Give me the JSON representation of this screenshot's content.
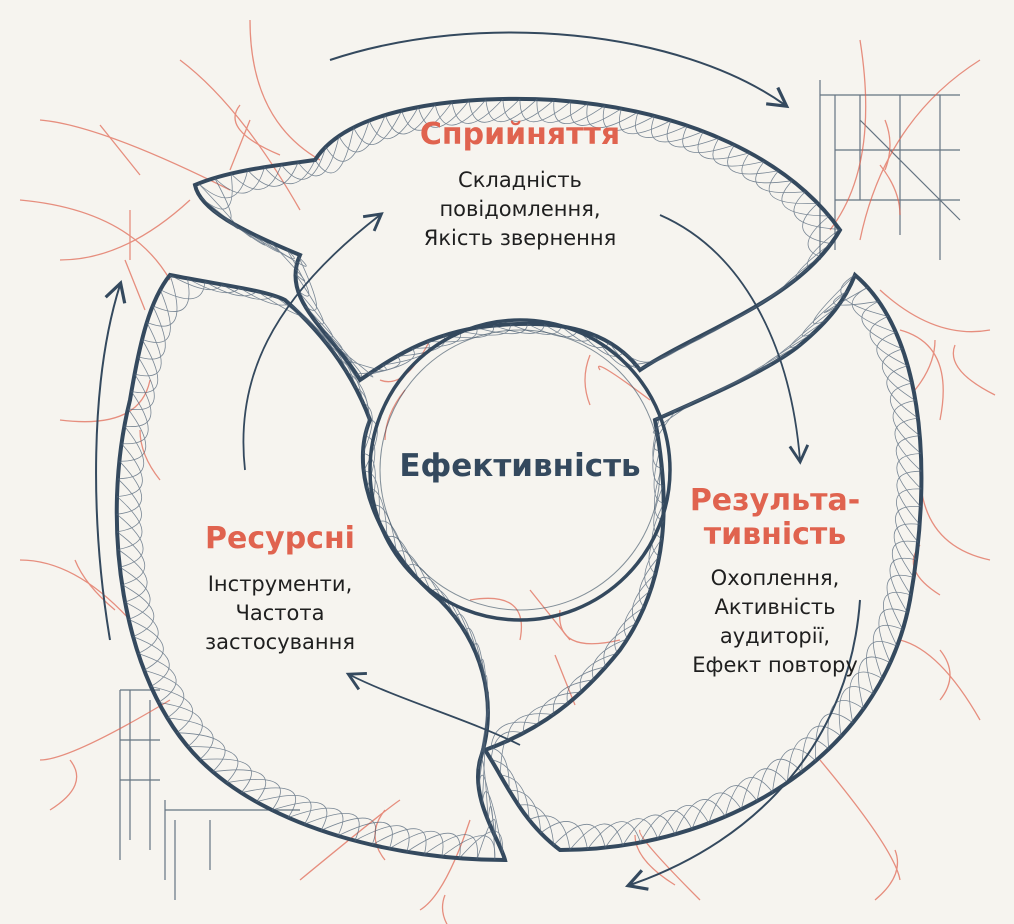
{
  "colors": {
    "background": "#f6f4ef",
    "accent": "#e0634f",
    "outline": "#34495e",
    "mesh": "#4f6276",
    "text": "#1f1f1f"
  },
  "center": {
    "label": "Ефективність"
  },
  "sections": {
    "perception": {
      "title": "Сприйняття",
      "description": "Складність\nповідомлення,\nЯкість звернення"
    },
    "results": {
      "title": "Результа-\nтивність",
      "description": "Охоплення,\nАктивність\nаудиторії,\nЕфект повтору"
    },
    "resources": {
      "title": "Ресурсні",
      "description": "Інструменти,\nЧастота\nзастосування"
    }
  },
  "icons": [
    "cycle-arrow-icon",
    "flow-arrow-icon",
    "network-lines-decoration",
    "blueprint-grid-decoration"
  ]
}
